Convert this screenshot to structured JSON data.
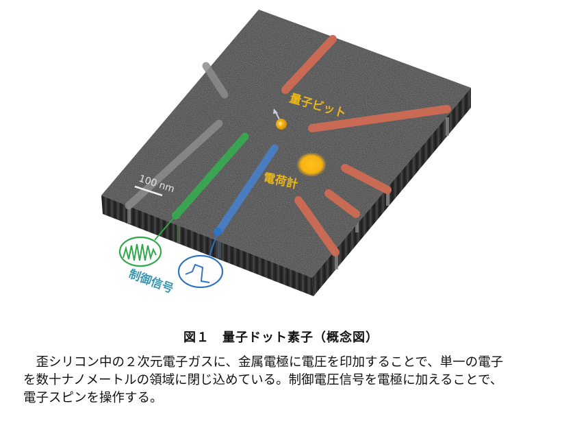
{
  "figure": {
    "labels": {
      "qubit": "量子ビット",
      "charge_sensor": "電荷計",
      "scale_bar": "100 nm",
      "control_signal": "制御信号"
    },
    "colors": {
      "surface": "#3a3a3a",
      "side": "#2c2c2c",
      "gate_red": "#c96a55",
      "gate_green": "#3aa452",
      "gate_blue": "#4a7cc0",
      "gate_gray": "#8a8a8a",
      "label_yellow": "#e9b619",
      "signal_green": "#2fa84a",
      "signal_blue": "#2f73c2"
    }
  },
  "caption": {
    "title": "図１　量子ドット素子（概念図）",
    "body_lines": [
      "歪シリコン中の２次元電子ガスに、金属電極に電圧を印加することで、単一の電子",
      "を数十ナノメートルの領域に閉じ込めている。制御電圧信号を電極に加えることで、",
      "電子スピンを操作する。"
    ]
  }
}
